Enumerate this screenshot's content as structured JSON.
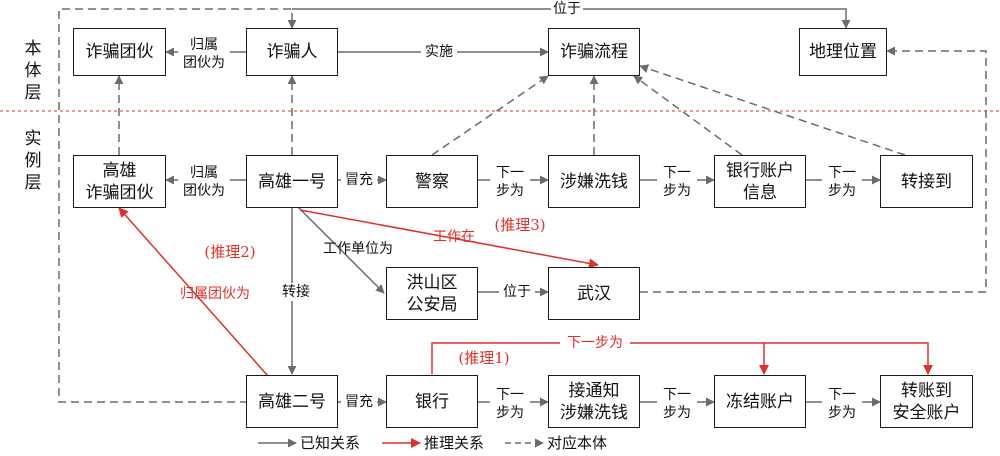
{
  "layers": {
    "ontology": "本\n体\n层",
    "instance": "实\n例\n层"
  },
  "nodes": {
    "fraud_gang": "诈骗团伙",
    "fraudster": "诈骗人",
    "fraud_process": "诈骗流程",
    "geo_location": "地理位置",
    "gaoxiong_gang": "高雄\n诈骗团伙",
    "gaoxiong_one": "高雄一号",
    "police": "警察",
    "money_laundering": "涉嫌洗钱",
    "bank_account_info": "银行账户\n信息",
    "transfer_to": "转接到",
    "hongshan_police": "洪山区\n公安局",
    "wuhan": "武汉",
    "gaoxiong_two": "高雄二号",
    "bank": "银行",
    "notify_laundering": "接通知\n涉嫌洗钱",
    "freeze_account": "冻结账户",
    "transfer_safe": "转账到\n安全账户"
  },
  "edges": {
    "located_in_top": "位于",
    "belongs_gang_top": "归属\n团伙为",
    "implements": "实施",
    "belongs_gang_mid": "归属\n团伙为",
    "impersonate_1": "冒充",
    "next_step_1": "下一\n步为",
    "next_step_2": "下一\n步为",
    "next_step_3": "下一\n步为",
    "workplace": "工作单位为",
    "transfer": "转接",
    "located_in_mid": "位于",
    "impersonate_2": "冒充",
    "next_step_4": "下一\n步为",
    "next_step_5": "下一\n步为",
    "next_step_6": "下一\n步为",
    "works_in": "工作在",
    "inferred_belongs_gang": "归属团伙为",
    "inferred_next_step": "下一步为"
  },
  "inferences": {
    "r1": "(推理1)",
    "r2": "(推理2)",
    "r3": "(推理3)"
  },
  "legend": {
    "known": "已知关系",
    "inferred": "推理关系",
    "ontology_map": "对应本体"
  },
  "colors": {
    "known": "#6b6b6b",
    "inferred": "#e0302a",
    "divider": "#e0302a"
  }
}
